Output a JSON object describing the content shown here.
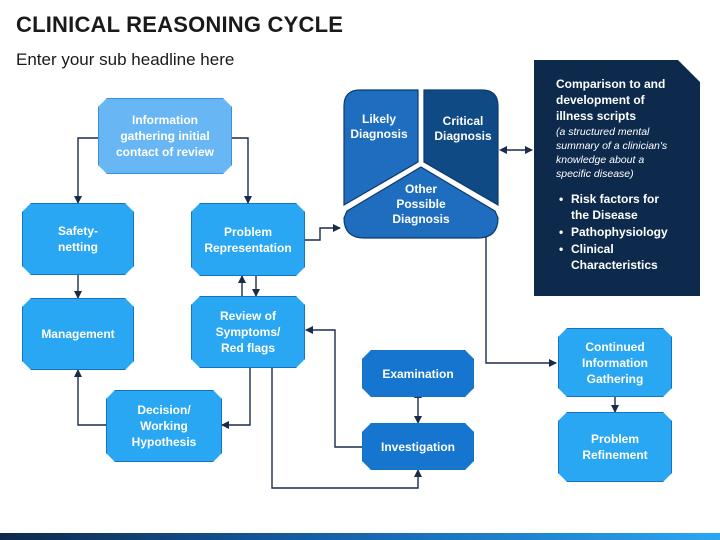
{
  "header": {
    "title": "CLINICAL REASONING CYCLE",
    "subtitle": "Enter your sub headline here"
  },
  "nodes": {
    "information_gathering": "Information\ngathering initial\ncontact of review",
    "safety_netting": "Safety-\nnetting",
    "problem_representation": "Problem\nRepresentation",
    "management": "Management",
    "review_of_symptoms": "Review of\nSymptoms/\nRed flags",
    "decision_working": "Decision/\nWorking\nHypothesis",
    "examination": "Examination",
    "investigation": "Investigation",
    "continued_information": "Continued\nInformation\nGathering",
    "problem_refinement": "Problem\nRefinement"
  },
  "diagnosis_wheel": {
    "likely": "Likely\nDiagnosis",
    "critical": "Critical\nDiagnosis",
    "other": "Other\nPossible\nDiagnosis"
  },
  "illness_scripts": {
    "heading": "Comparison to and\ndevelopment of\nillness scripts",
    "note": "(a structured mental\nsummary of a clinician's\nknowledge about a\nspecific disease)",
    "items": [
      "Risk factors for\nthe Disease",
      "Pathophysiology",
      "Clinical\nCharacteristics"
    ]
  },
  "colors": {
    "box_mid": "#2aa7f2",
    "box_dark": "#1676cf",
    "box_light": "#69b6f4",
    "wheel_dark": "#0f4a85",
    "wheel_mid": "#1e6dbf",
    "info_bg": "#0d2a4c",
    "connector": "#1a2c4a"
  }
}
